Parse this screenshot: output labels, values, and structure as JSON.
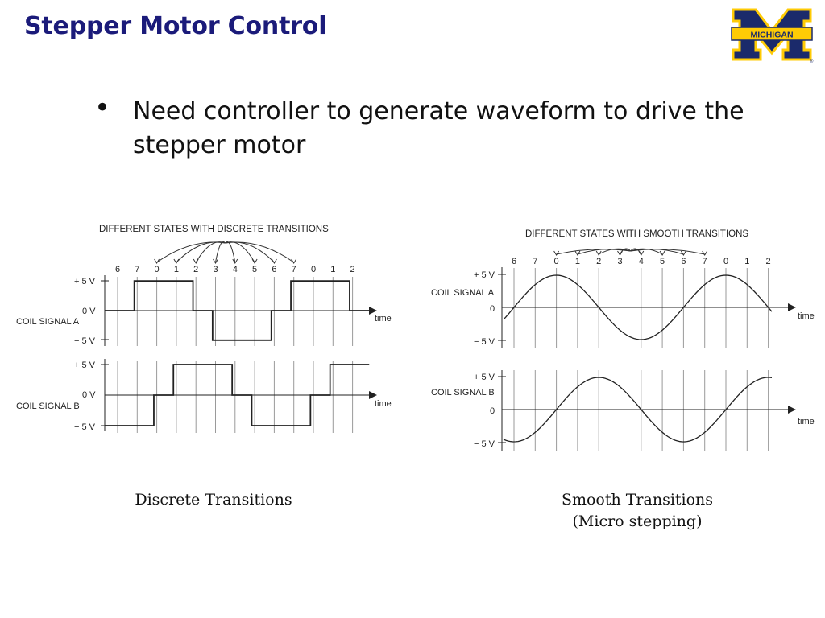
{
  "slide": {
    "title": "Stepper Motor Control",
    "bullet": "Need controller to generate waveform to drive the stepper motor"
  },
  "logo": {
    "text": "MICHIGAN",
    "colors": {
      "maize": "#ffcb05",
      "blue": "#1b2a6b"
    }
  },
  "colors": {
    "title": "#1b1b7a",
    "ink": "#222222",
    "grid": "#9a9a9a"
  },
  "discrete": {
    "header": "DIFFERENT STATES WITH DISCRETE TRANSITIONS",
    "states": [
      "6",
      "7",
      "0",
      "1",
      "2",
      "3",
      "4",
      "5",
      "6",
      "7",
      "0",
      "1",
      "2"
    ],
    "signal_a": {
      "label": "COIL SIGNAL A",
      "top": "+ 5 V",
      "zero": "0 V",
      "bottom": "− 5 V",
      "time": "time"
    },
    "signal_b": {
      "label": "COIL SIGNAL B",
      "top": "+ 5 V",
      "zero": "0 V",
      "bottom": "− 5 V",
      "time": "time"
    },
    "caption": "Discrete Transitions"
  },
  "smooth": {
    "header": "DIFFERENT STATES WITH SMOOTH TRANSITIONS",
    "states": [
      "6",
      "7",
      "0",
      "1",
      "2",
      "3",
      "4",
      "5",
      "6",
      "7",
      "0",
      "1",
      "2"
    ],
    "signal_a": {
      "label": "COIL SIGNAL A",
      "top": "+ 5 V",
      "zero": "0",
      "bottom": "− 5 V",
      "time": "time"
    },
    "signal_b": {
      "label": "COIL SIGNAL B",
      "top": "+ 5 V",
      "zero": "0",
      "bottom": "− 5 V",
      "time": "time"
    },
    "caption_line1": "Smooth Transitions",
    "caption_line2": "(Micro stepping)"
  },
  "waveforms": {
    "discrete_a_levels": [
      0,
      5,
      5,
      5,
      0,
      -5,
      -5,
      -5,
      0,
      5,
      5,
      5,
      0
    ],
    "discrete_b_levels": [
      -5,
      -5,
      0,
      5,
      5,
      5,
      0,
      -5,
      -5,
      -5,
      0,
      5,
      5
    ]
  }
}
